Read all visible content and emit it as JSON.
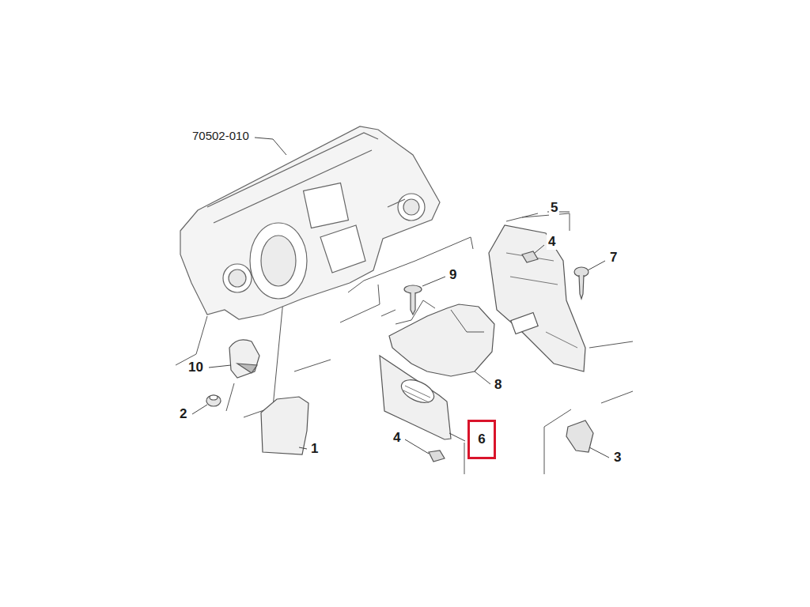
{
  "diagram": {
    "nodes": [
      {
        "text": [
          "6"
        ]
      }
    ],
    "labels": [
      "70502-010",
      "5",
      "4",
      "7",
      "9",
      "10",
      "8",
      "2",
      "4",
      "1",
      "3"
    ]
  }
}
